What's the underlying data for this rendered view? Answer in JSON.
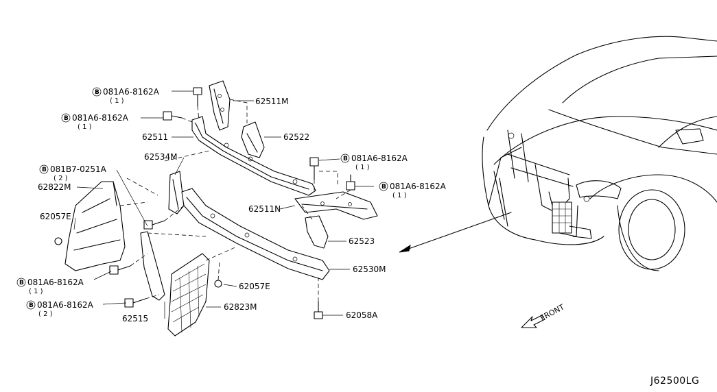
{
  "diagram_id": "J62500LG",
  "front_label": "FRONT",
  "callouts": {
    "bolt_top_a": {
      "part": "081A6-8162A",
      "qty": "( 1 )"
    },
    "bolt_top_b": {
      "part": "081A6-8162A",
      "qty": "( 1 )"
    },
    "bolt_right_a": {
      "part": "081A6-8162A",
      "qty": "( 1 )"
    },
    "bolt_right_b": {
      "part": "081A6-8162A",
      "qty": "( 1 )"
    },
    "bolt_left_mid": {
      "part": "081B7-0251A",
      "qty": "( 2 )"
    },
    "bolt_left_low": {
      "part": "081A6-8162A",
      "qty": "( 1 )"
    },
    "bolt_left_bottom": {
      "part": "081A6-8162A",
      "qty": "( 2 )"
    },
    "b_symbol": "B"
  },
  "parts": {
    "p62511M": "62511M",
    "p62511": "62511",
    "p62522": "62522",
    "p62534M": "62534M",
    "p62822M": "62822M",
    "p62511N": "62511N",
    "p62057E_left": "62057E",
    "p62523": "62523",
    "p62530M": "62530M",
    "p62057E_mid": "62057E",
    "p62515": "62515",
    "p62823M": "62823M",
    "p62058A": "62058A"
  }
}
